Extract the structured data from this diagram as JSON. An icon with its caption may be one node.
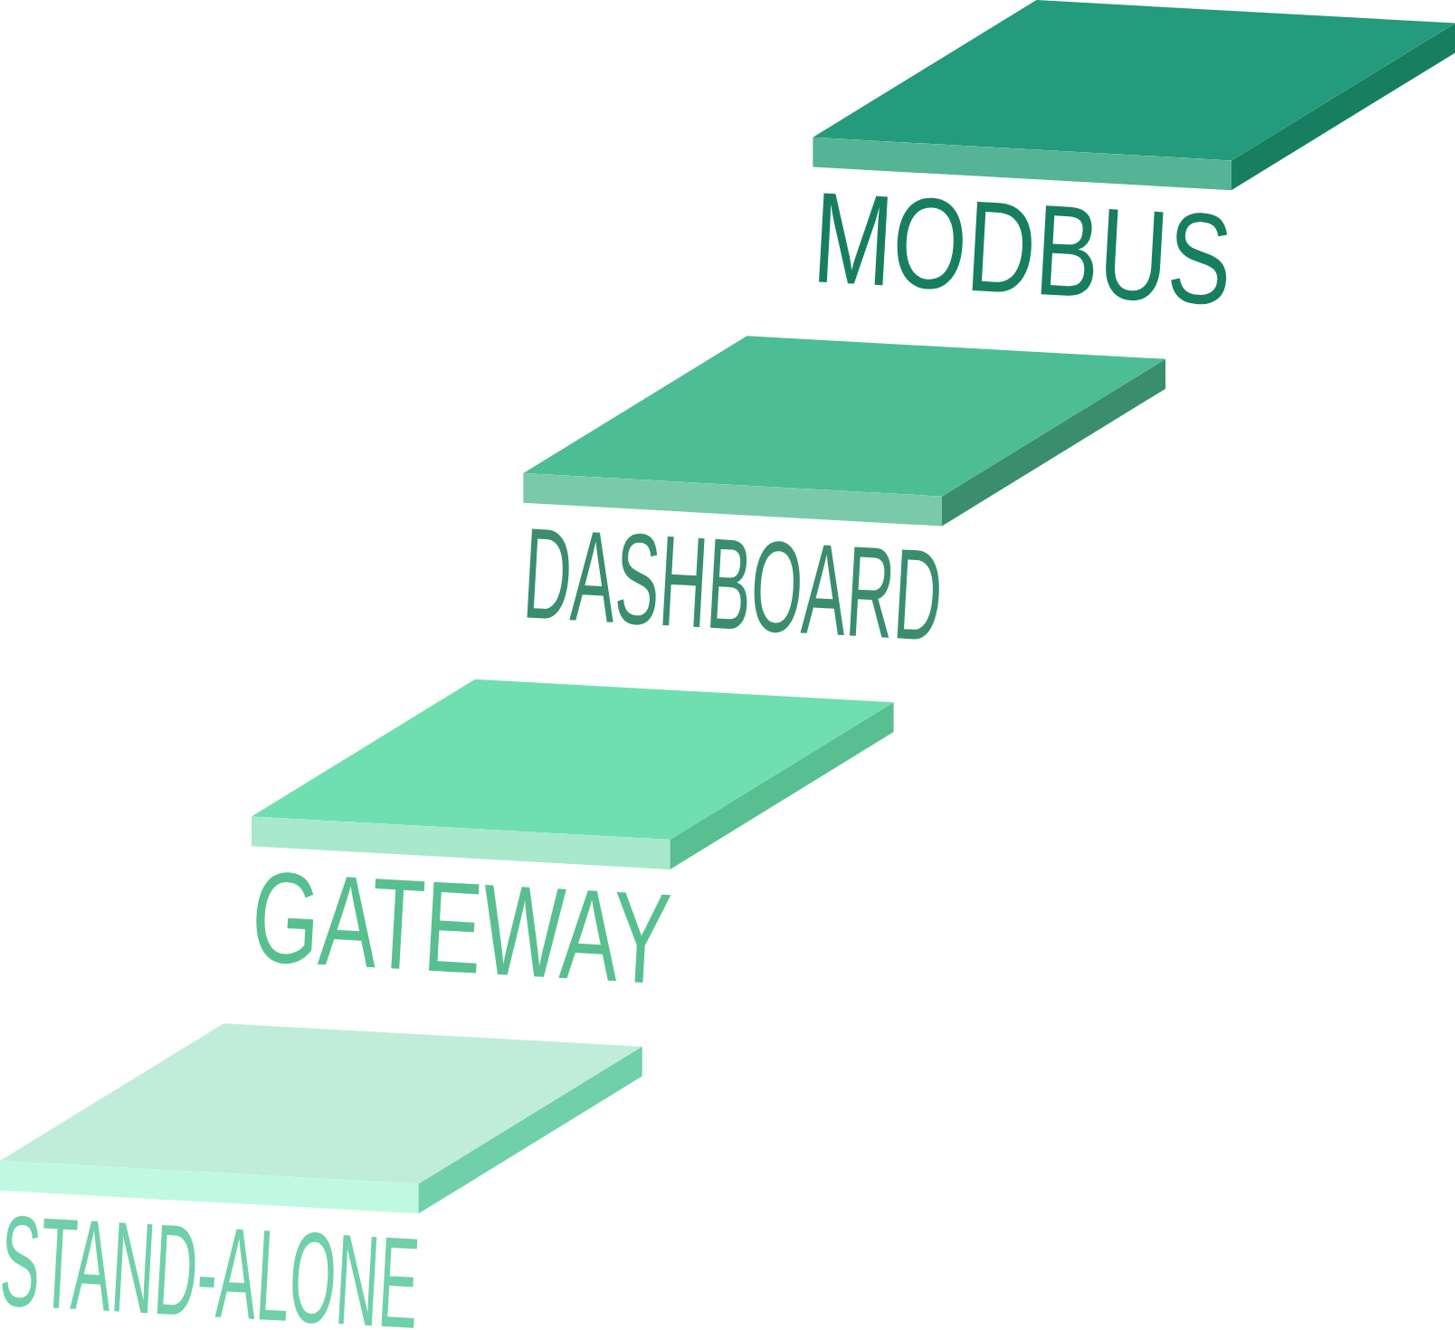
{
  "diagram": {
    "nodes": [
      {
        "text": [
          "MODBUS"
        ]
      },
      {
        "text": [
          "DASHBOARD"
        ]
      },
      {
        "text": [
          "GATEWAY"
        ]
      },
      {
        "text": [
          "STAND-ALONE"
        ]
      }
    ]
  }
}
